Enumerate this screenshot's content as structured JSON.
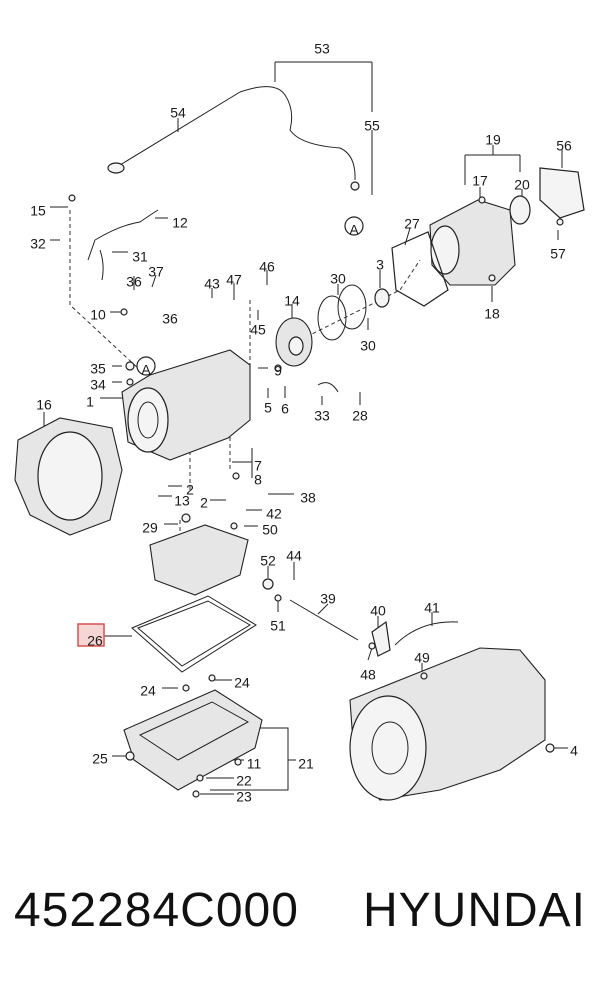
{
  "diagram": {
    "part_numbers": [
      "53",
      "54",
      "55",
      "19",
      "56",
      "17",
      "20",
      "15",
      "12",
      "32",
      "31",
      "27",
      "A",
      "36",
      "37",
      "46",
      "43",
      "47",
      "30",
      "3",
      "10",
      "36",
      "45",
      "14",
      "30",
      "18",
      "57",
      "35",
      "A",
      "34",
      "9",
      "1",
      "5",
      "6",
      "16",
      "33",
      "28",
      "7",
      "2",
      "13",
      "8",
      "2",
      "38",
      "42",
      "29",
      "50",
      "52",
      "44",
      "51",
      "39",
      "40",
      "41",
      "26",
      "48",
      "49",
      "24",
      "24",
      "25",
      "11",
      "21",
      "22",
      "23",
      "4"
    ],
    "highlighted_part": "26",
    "highlight_color": "#d9534f"
  },
  "footer": {
    "part_code": "452284C000",
    "brand": "HYUNDAI"
  }
}
